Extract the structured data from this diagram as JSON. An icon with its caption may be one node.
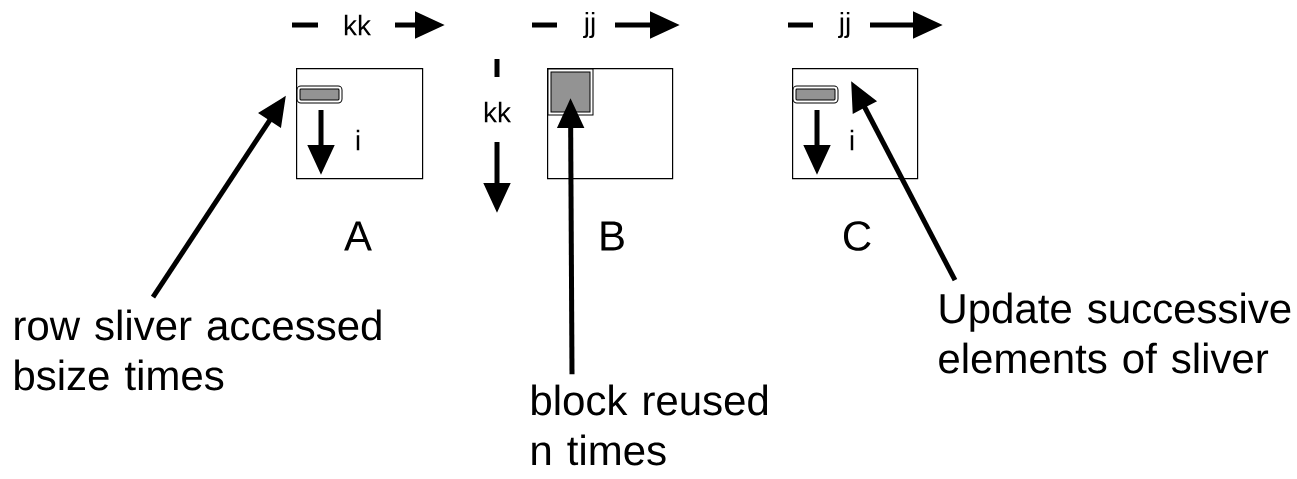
{
  "diagram": {
    "nodes": [
      {
        "text": [],
        "shape": "box",
        "beside": [
          "A"
        ]
      },
      {
        "text": [],
        "shape": "bar",
        "in": 0
      },
      {
        "text": [],
        "shape": "box",
        "beside": [
          "B"
        ]
      },
      {
        "text": [],
        "shape": "box",
        "in": 2
      },
      {
        "text": [],
        "shape": "box",
        "beside": [
          "C"
        ]
      },
      {
        "text": [],
        "shape": "bar",
        "in": 4
      },
      {
        "text": [
          "row sliver accessed bsize times"
        ]
      },
      {
        "text": [
          "block reused n times"
        ]
      },
      {
        "text": [
          "Update successive elements of sliver"
        ]
      }
    ],
    "edges": [
      {
        "from": 6,
        "to": 1,
        "arrow": "to"
      },
      {
        "from": 7,
        "to": 3,
        "arrow": "to"
      },
      {
        "from": 8,
        "to": 5,
        "arrow": "to"
      }
    ],
    "labels": [
      "kk",
      "jj",
      "jj",
      "kk",
      "i",
      "i"
    ]
  }
}
